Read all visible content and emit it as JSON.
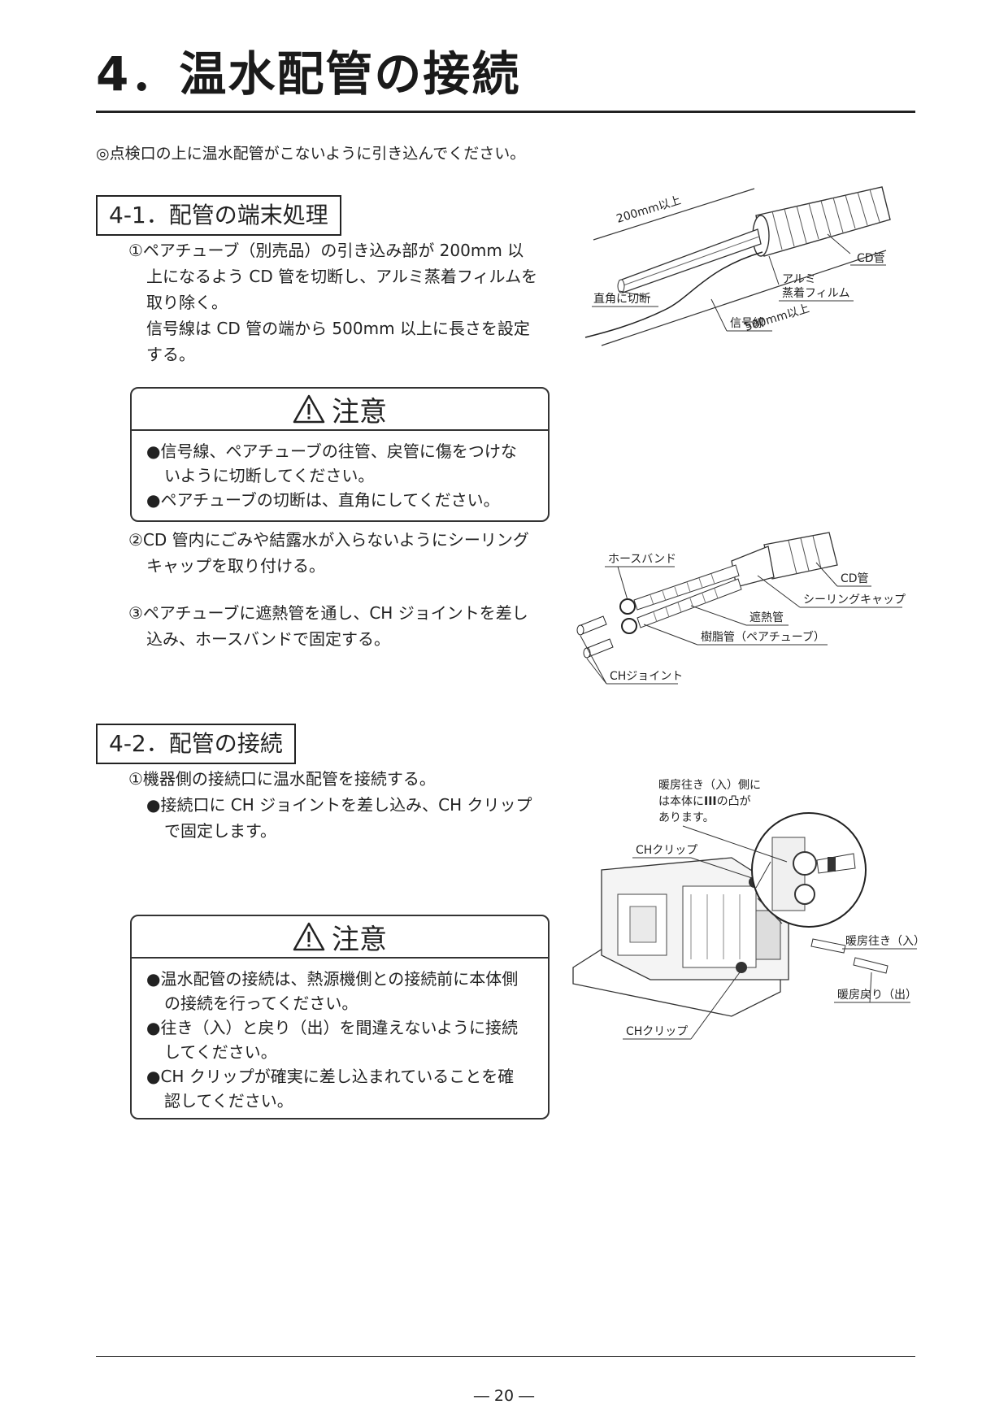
{
  "title": "4．温水配管の接続",
  "intro": "◎点検口の上に温水配管がこないように引き込んでください。",
  "section1": {
    "heading": "4-1．配管の端末処理",
    "step1": [
      "①ペアチューブ（別売品）の引き込み部が 200mm 以",
      "上になるよう CD 管を切断し、アルミ蒸着フィルムを",
      "取り除く。",
      "信号線は CD 管の端から 500mm 以上に長さを設定",
      "する。"
    ],
    "caution": {
      "label": "注意",
      "items": [
        "●信号線、ペアチューブの往管、戻管に傷をつけな いように切断してください。",
        "●ペアチューブの切断は、直角にしてください。"
      ]
    },
    "step2": [
      "②CD 管内にごみや結露水が入らないようにシーリング",
      "キャップを取り付ける。"
    ],
    "step3": [
      "③ペアチューブに遮熱管を通し、CH ジョイントを差し",
      "込み、ホースバンドで固定する。"
    ],
    "fig1": {
      "dim_200": "200mm以上",
      "cd_pipe": "CD管",
      "alumi_1": "アルミ",
      "alumi_2": "蒸着フィルム",
      "cut": "直角に切断",
      "signal": "信号線",
      "dim_500": "500mm以上"
    },
    "fig2": {
      "hose_band": "ホースバンド",
      "cd_pipe": "CD管",
      "sealing_cap": "シーリングキャップ",
      "insulation": "遮熱管",
      "resin_pipe": "樹脂管（ペアチューブ）",
      "ch_joint": "CHジョイント"
    }
  },
  "section2": {
    "heading": "4-2．配管の接続",
    "step1": "①機器側の接続口に温水配管を接続する。",
    "bullet": [
      "●接続口に CH ジョイントを差し込み、CH クリップ",
      "で固定します。"
    ],
    "caution": {
      "label": "注意",
      "items": [
        "●温水配管の接続は、熱源機側との接続前に本体側 の接続を行ってください。",
        "●往き（入）と戻り（出）を間違えないように接続 してください。",
        "●CH クリップが確実に差し込まれていることを確 認してください。"
      ]
    },
    "fig3": {
      "note_1": "暖房往き（入）側に",
      "note_2": "は本体に",
      "note_mark": "III",
      "note_2b": "の凸が",
      "note_3": "あります。",
      "ch_clip_top": "CHクリップ",
      "ch_clip_bottom": "CHクリップ",
      "heating_in": "暖房往き（入）",
      "heating_out": "暖房戻り（出）"
    }
  },
  "footer": {
    "page": "― 20 ―"
  }
}
